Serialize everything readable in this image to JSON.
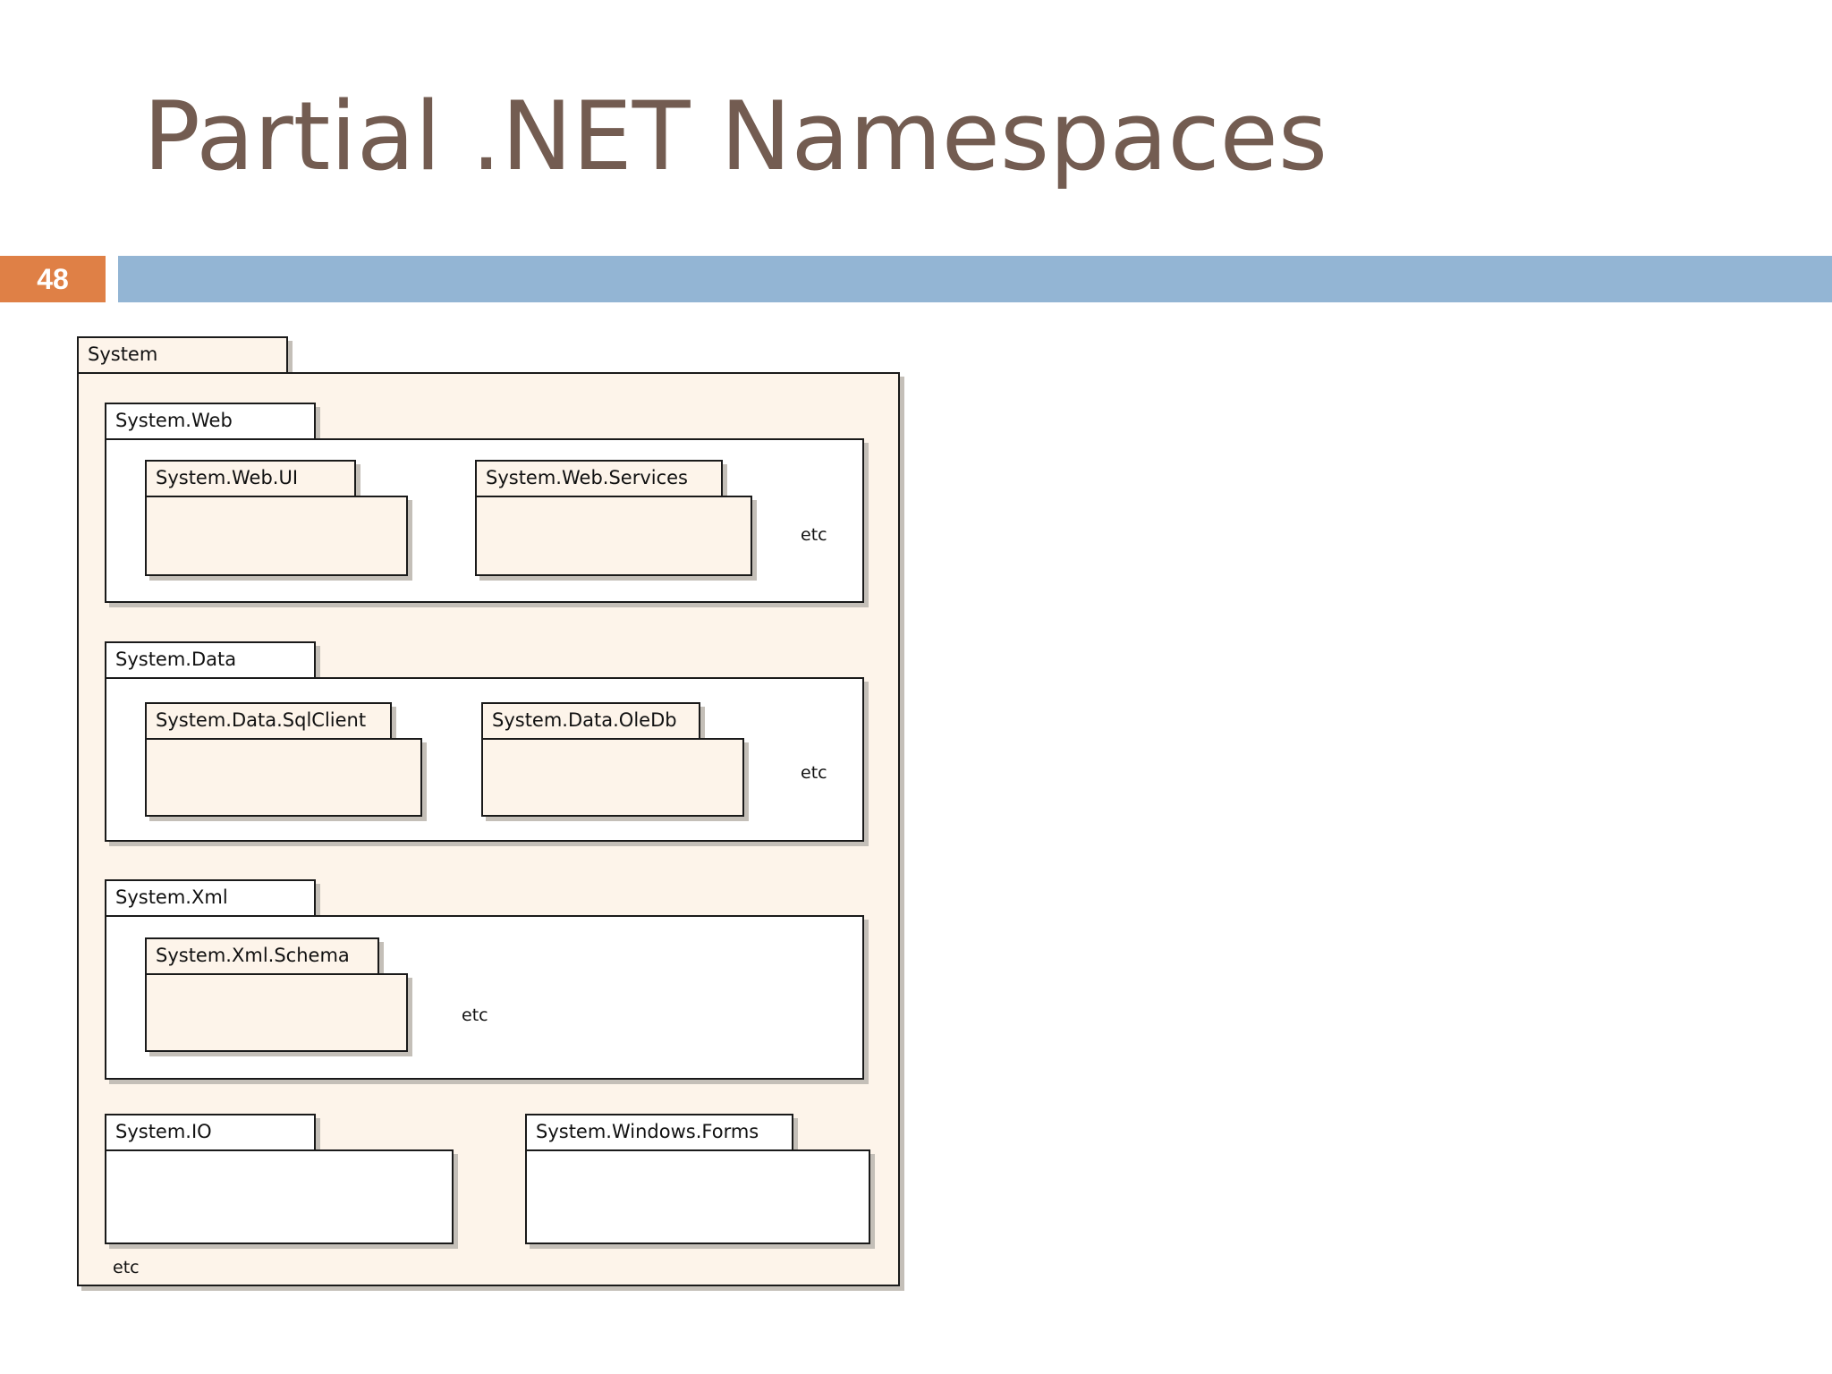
{
  "slide": {
    "title": "Partial .NET Namespaces",
    "page_number": "48",
    "accent_color": "#df8046",
    "bar_color": "#93b5d4",
    "title_color": "#735c51"
  },
  "diagram": {
    "root": {
      "label": "System",
      "etc": "etc"
    },
    "web": {
      "label": "System.Web",
      "children": [
        "System.Web.UI",
        "System.Web.Services"
      ],
      "etc": "etc"
    },
    "data": {
      "label": "System.Data",
      "children": [
        "System.Data.SqlClient",
        "System.Data.OleDb"
      ],
      "etc": "etc"
    },
    "xml": {
      "label": "System.Xml",
      "children": [
        "System.Xml.Schema"
      ],
      "etc": "etc"
    },
    "io": {
      "label": "System.IO"
    },
    "forms": {
      "label": "System.Windows.Forms"
    }
  }
}
